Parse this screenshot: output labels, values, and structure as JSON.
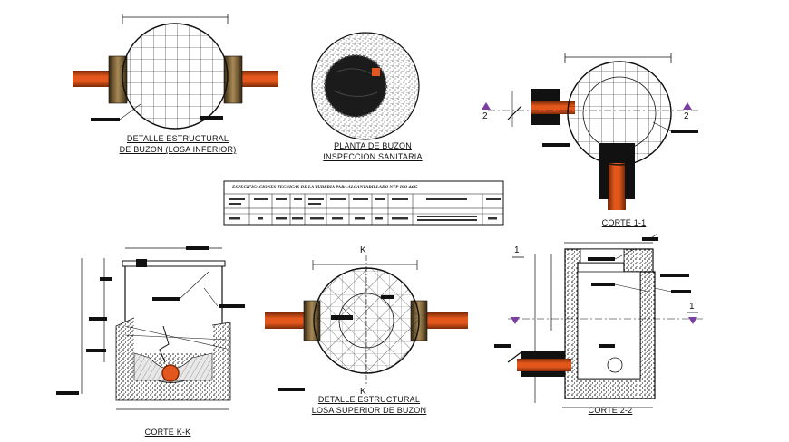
{
  "labels": {
    "losa_inferior_1": "DETALLE ESTRUCTURAL",
    "losa_inferior_2": "DE BUZON (LOSA INFERIOR)",
    "planta_1": "PLANTA DE BUZON",
    "planta_2": "INSPECCION SANITARIA",
    "corte_1_1": "CORTE 1-1",
    "corte_k_k": "CORTE K-K",
    "losa_superior_1": "DETALLE ESTRUCTURAL",
    "losa_superior_2": "LOSA SUPERIOR DE BUZON",
    "corte_2_2": "CORTE 2-2"
  },
  "markers": {
    "two_left": "2",
    "two_right": "2",
    "k_top": "K",
    "k_bottom": "K",
    "one_top": "1",
    "one_right": "1"
  },
  "table": {
    "title": "ESPECIFICACIONES TECNICAS DE LA TUBERIA PARA ALCANTARILLADO NTP-ISO 4435"
  },
  "colors": {
    "pipe": "#e3571c",
    "pipe_dark": "#b23c0c",
    "collar": "#8a6a3a",
    "line": "#111111"
  }
}
